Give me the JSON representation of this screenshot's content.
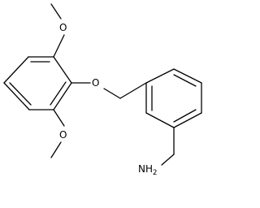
{
  "molecule": {
    "atoms": {
      "o_top": "O",
      "o_mid": "O",
      "o_bot": "O",
      "amine_n": "NH",
      "amine_sub": "2"
    },
    "colors": {
      "bond": "#000000",
      "text": "#000000",
      "background": "#ffffff"
    }
  }
}
